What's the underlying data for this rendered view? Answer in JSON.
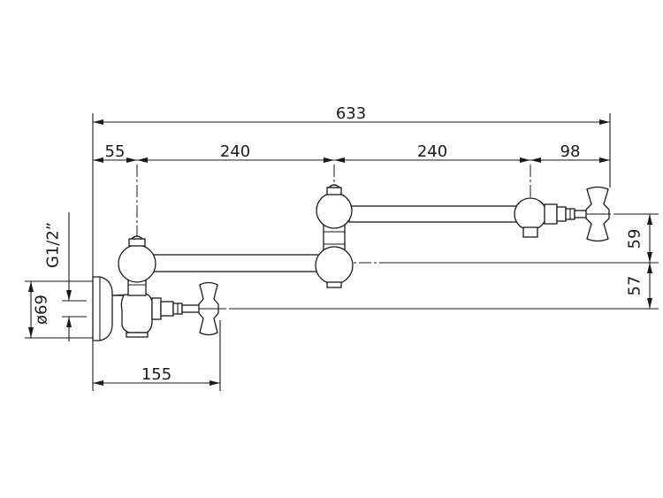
{
  "colors": {
    "line": "#1a1a1a",
    "background": "#ffffff"
  },
  "dimensions": {
    "overall_length": "633",
    "wall_to_inlet_axis": "55",
    "arm_1_length": "240",
    "arm_2_length": "240",
    "outlet_offset": "98",
    "valve_offset": "155",
    "upper_height": "59",
    "lower_height": "57",
    "flange_diameter": "ø69",
    "thread_size": "G1/2”"
  }
}
